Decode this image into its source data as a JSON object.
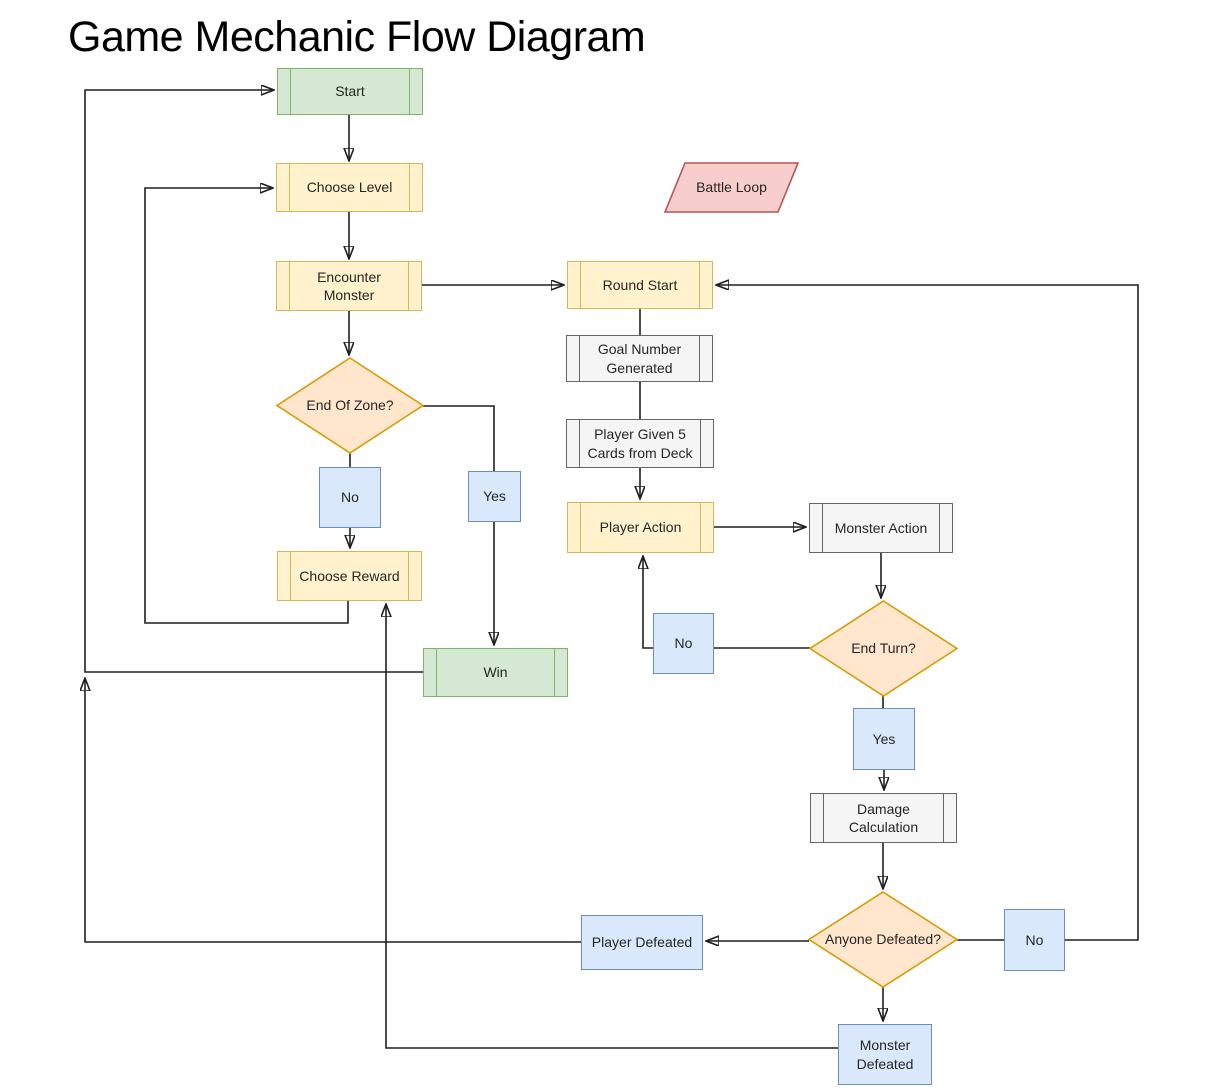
{
  "title": "Game Mechanic Flow Diagram",
  "colors": {
    "green_fill": "#d5e8d4",
    "green_stroke": "#82b366",
    "yellow_fill": "#fff2cc",
    "yellow_stroke": "#d6b656",
    "orange_fill": "#ffe6cc",
    "orange_stroke": "#d79b00",
    "blue_fill": "#dae8fc",
    "blue_stroke": "#6c8ebf",
    "red_fill": "#f8cecc",
    "red_stroke": "#b85450",
    "gray_fill": "#f5f5f5",
    "gray_stroke": "#666666",
    "line": "#1f1f1f"
  },
  "nodes": {
    "start": {
      "label": "Start",
      "shape": "process",
      "color": "green"
    },
    "choose_level": {
      "label": "Choose Level",
      "shape": "process",
      "color": "yellow"
    },
    "encounter_monster": {
      "label": "Encounter\nMonster",
      "shape": "process",
      "color": "yellow"
    },
    "end_of_zone": {
      "label": "End Of Zone?",
      "shape": "diamond",
      "color": "orange"
    },
    "no_zone": {
      "label": "No",
      "shape": "label-box",
      "color": "blue"
    },
    "choose_reward": {
      "label": "Choose Reward",
      "shape": "process",
      "color": "yellow"
    },
    "yes_zone": {
      "label": "Yes",
      "shape": "label-box",
      "color": "blue"
    },
    "win": {
      "label": "Win",
      "shape": "process",
      "color": "green"
    },
    "battle_loop": {
      "label": "Battle Loop",
      "shape": "parallelogram",
      "color": "red"
    },
    "round_start": {
      "label": "Round Start",
      "shape": "process",
      "color": "yellow"
    },
    "goal_number": {
      "label": "Goal Number\nGenerated",
      "shape": "process",
      "color": "gray"
    },
    "player_given": {
      "label": "Player Given 5\nCards from Deck",
      "shape": "process",
      "color": "gray"
    },
    "player_action": {
      "label": "Player Action",
      "shape": "process",
      "color": "yellow"
    },
    "monster_action": {
      "label": "Monster Action",
      "shape": "process",
      "color": "gray"
    },
    "end_turn": {
      "label": "End Turn?",
      "shape": "diamond",
      "color": "orange"
    },
    "no_turn": {
      "label": "No",
      "shape": "label-box",
      "color": "blue"
    },
    "yes_turn": {
      "label": "Yes",
      "shape": "label-box",
      "color": "blue"
    },
    "damage_calculation": {
      "label": "Damage\nCalculation",
      "shape": "process",
      "color": "gray"
    },
    "anyone_defeated": {
      "label": "Anyone Defeated?",
      "shape": "diamond",
      "color": "orange"
    },
    "player_defeated": {
      "label": "Player Defeated",
      "shape": "label-box",
      "color": "blue"
    },
    "no_defeated": {
      "label": "No",
      "shape": "label-box",
      "color": "blue"
    },
    "monster_defeated": {
      "label": "Monster\nDefeated",
      "shape": "label-box",
      "color": "blue"
    }
  }
}
